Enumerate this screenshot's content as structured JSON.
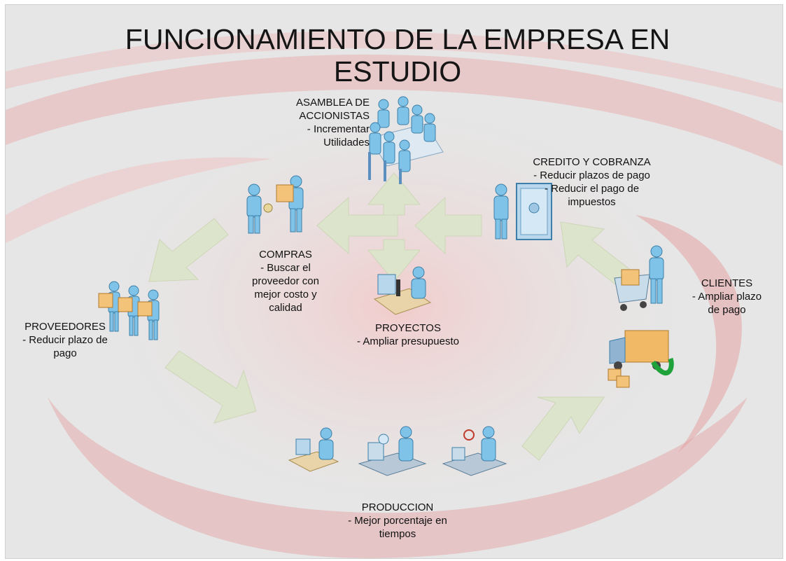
{
  "title": "FUNCIONAMIENTO DE LA EMPRESA EN ESTUDIO",
  "colors": {
    "arrow": "#dde4cc",
    "person": "#7fc3e8",
    "swoosh": "#e7aaaa",
    "background": "#e6e6e6"
  },
  "nodes": {
    "asamblea": {
      "name_line1": "ASAMBLEA DE",
      "name_line2": "ACCIONISTAS",
      "detail_line1": "- Incrementar",
      "detail_line2": "Utilidades",
      "icon": "boardroom-icon"
    },
    "credito": {
      "name": "CREDITO Y COBRANZA",
      "detail_line1": "- Reducir plazos de pago",
      "detail_line2": "- Reducir el pago de",
      "detail_line3": "impuestos",
      "icon": "safe-icon"
    },
    "compras": {
      "name": "COMPRAS",
      "detail_line1": "- Buscar el",
      "detail_line2": "proveedor con",
      "detail_line3": "mejor costo y",
      "detail_line4": "calidad",
      "icon": "purchase-icon"
    },
    "proyectos": {
      "name": "PROYECTOS",
      "detail": "- Ampliar presupuesto",
      "icon": "lab-desk-icon"
    },
    "clientes": {
      "name": "CLIENTES",
      "detail_line1": "- Ampliar plazo",
      "detail_line2": "de pago",
      "icon": "shopping-cart-icon"
    },
    "proveedores": {
      "name": "PROVEEDORES",
      "detail_line1": "- Reducir plazo de",
      "detail_line2": "pago",
      "icon": "suppliers-icon"
    },
    "produccion": {
      "name": "PRODUCCION",
      "detail_line1": "- Mejor porcentaje en",
      "detail_line2": "tiempos",
      "icon": "factory-workers-icon"
    }
  }
}
